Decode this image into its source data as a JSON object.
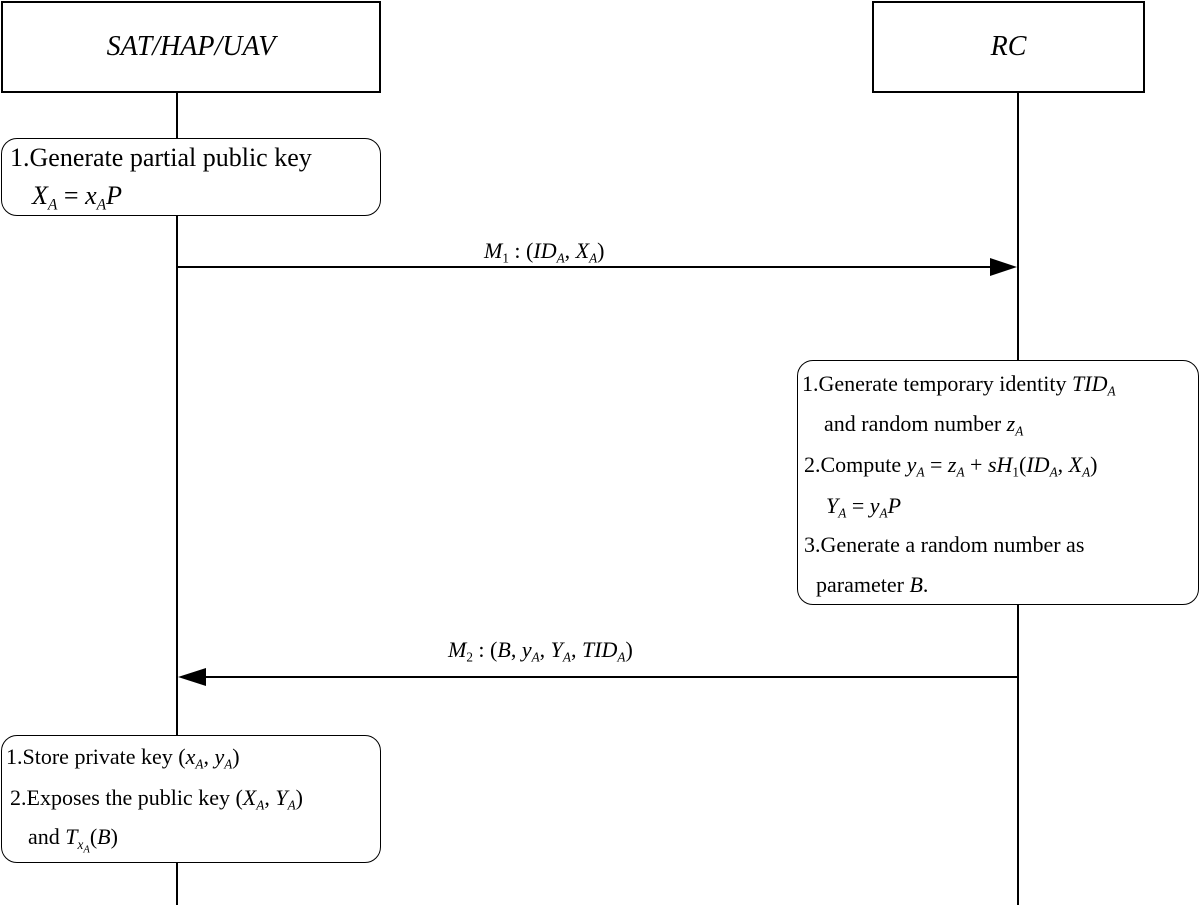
{
  "participants": {
    "left": "SAT/HAP/UAV",
    "right": "RC"
  },
  "note1": {
    "line1": "1.Generate partial public key",
    "formula": "X_A = x_A P"
  },
  "message1": {
    "label": "M_1 : (ID_A, X_A)",
    "direction": "SAT/HAP/UAV -> RC"
  },
  "note2": {
    "line1_text": "1.Generate  temporary identity ",
    "line1_var": "TID_A",
    "line2_text": "and random number ",
    "line2_var": "z_A",
    "line3_text": "2.Compute ",
    "line3_formula": "y_A = z_A + sH_1(ID_A, X_A)",
    "line4_formula": "Y_A = y_A P",
    "line5_text": "3.Generate a random number as",
    "line6_text": "parameter ",
    "line6_var": "B."
  },
  "message2": {
    "label": "M_2 : (B, y_A, Y_A, TID_A)",
    "direction": "RC -> SAT/HAP/UAV"
  },
  "note3": {
    "line1_text": "1.Store private key ",
    "line1_formula": "(x_A, y_A)",
    "line2_text": "2.Exposes the public key ",
    "line2_formula": "(X_A, Y_A)",
    "line3_text": "and ",
    "line3_formula": "T_{x_A}(B)"
  }
}
